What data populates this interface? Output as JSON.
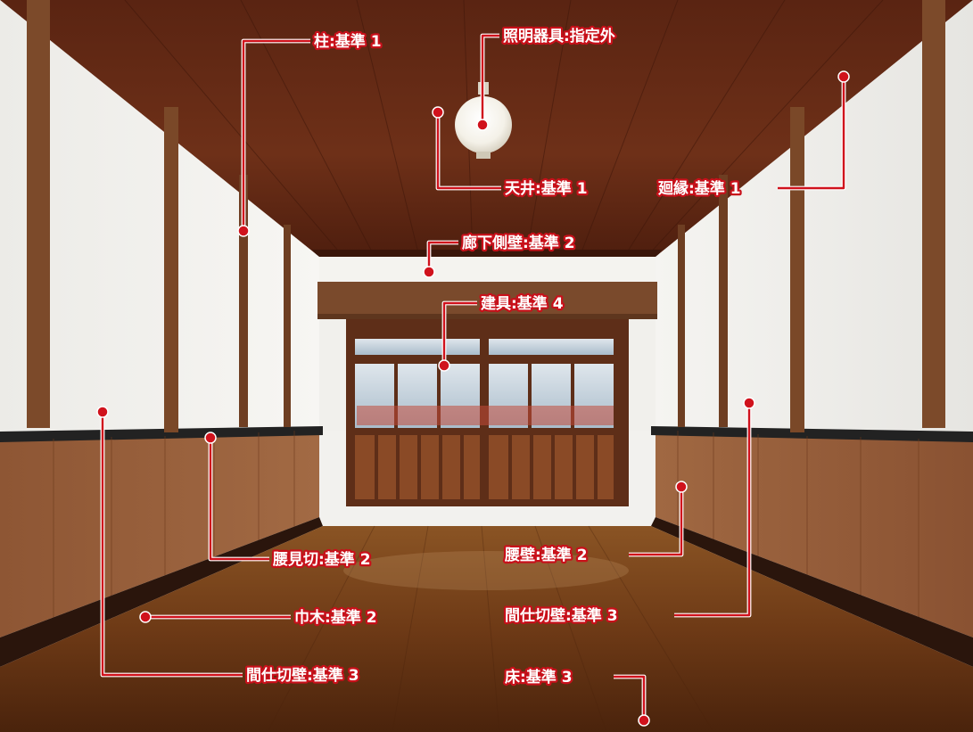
{
  "photo": {
    "description_icon": "japanese-corridor-photo-icon"
  },
  "annotations": {
    "pillar": "柱:基準 1",
    "lighting": "照明器具:指定外",
    "ceiling": "天井:基準 1",
    "veranda": "廻縁:基準 1",
    "corridor_side_wall": "廊下側壁:基準 2",
    "fittings": "建具:基準 4",
    "wainscot_edge": "腰見切:基準 2",
    "wainscot_wall": "腰壁:基準 2",
    "baseboard": "巾木:基準 2",
    "partition_wall_left": "間仕切壁:基準 3",
    "partition_wall_right": "間仕切壁:基準 3",
    "floor": "床:基準 3"
  },
  "colors": {
    "accent_red": "#d0121c",
    "label_outline": "#c8101a"
  }
}
